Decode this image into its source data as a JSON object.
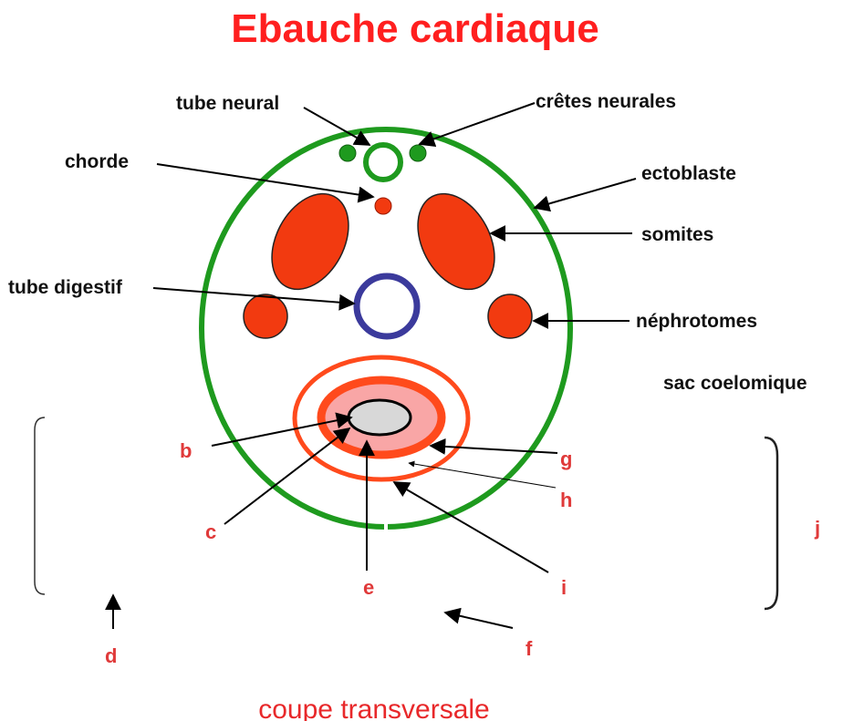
{
  "title": "Ebauche cardiaque",
  "subtitle": "coupe transversale",
  "labels": {
    "tube_neural": "tube neural",
    "cretes_neurales": "crêtes neurales",
    "chorde": "chorde",
    "ectoblaste": "ectoblaste",
    "somites": "somites",
    "tube_digestif": "tube digestif",
    "nephrotomes": "néphrotomes",
    "sac_coelomique": "sac coelomique"
  },
  "letters": {
    "b": "b",
    "c": "c",
    "d": "d",
    "e": "e",
    "f": "f",
    "g": "g",
    "h": "h",
    "i": "i",
    "j": "j"
  },
  "colors": {
    "ectoblast": "#1e9a1e",
    "somite": "#f23a10",
    "digestive_tube": "#3b3a9c",
    "heart_outer": "#ff4a1c",
    "heart_fill": "#f9a6a6",
    "endocardium": "#d8d8d8",
    "title": "#ff1f1f",
    "letter": "#e03a3a"
  }
}
